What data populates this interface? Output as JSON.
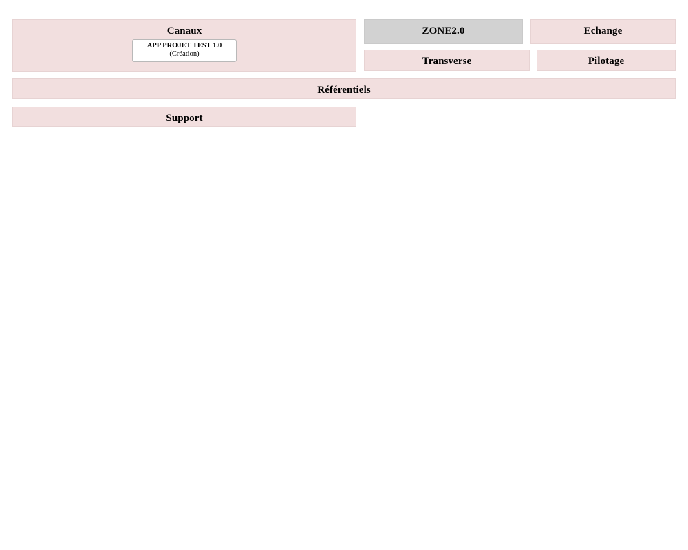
{
  "page": {
    "background_color": "#ffffff",
    "zone_fill_color": "#f2dfdf",
    "zone_border_color": "#e7d3d3",
    "highlight_fill_color": "#d2d2d2",
    "highlight_border_color": "#cacaca",
    "card_background_color": "#ffffff",
    "card_border_color": "#b9b9b9",
    "text_color": "#000000"
  },
  "zones": {
    "canaux": {
      "label": "Canaux",
      "applications": [
        {
          "name": "APP PROJET TEST 1.0",
          "state": "(Création)"
        }
      ]
    },
    "zone20": {
      "label": "ZONE2.0",
      "applications": []
    },
    "echange": {
      "label": "Echange",
      "applications": []
    },
    "transverse": {
      "label": "Transverse",
      "applications": []
    },
    "pilotage": {
      "label": "Pilotage",
      "applications": []
    },
    "referentiels": {
      "label": "Référentiels",
      "applications": []
    },
    "support": {
      "label": "Support",
      "applications": []
    }
  }
}
